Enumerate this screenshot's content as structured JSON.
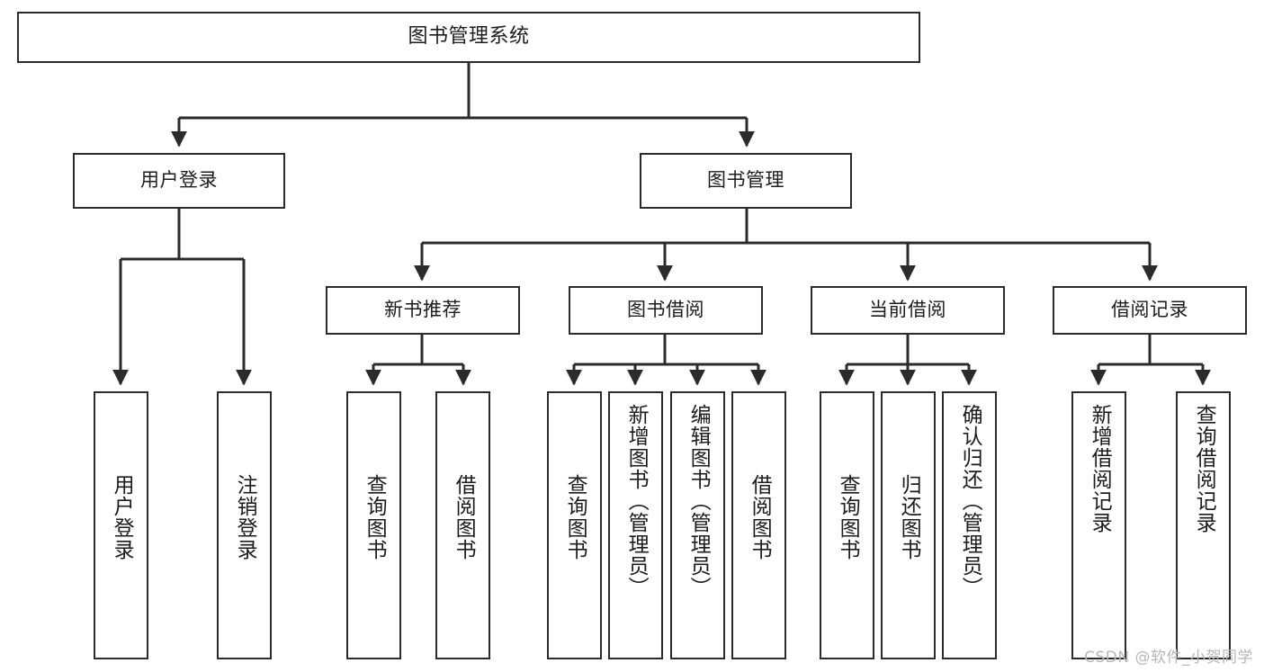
{
  "diagram": {
    "title": "图书管理系统",
    "type": "功能结构图",
    "stroke_color": "#2b2b2b",
    "background_color": "#ffffff",
    "text_color": "#1c1c1c"
  },
  "root": {
    "label": "图书管理系统"
  },
  "level1": [
    {
      "label": "用户登录"
    },
    {
      "label": "图书管理"
    }
  ],
  "level2": [
    {
      "label": "新书推荐"
    },
    {
      "label": "图书借阅"
    },
    {
      "label": "当前借阅"
    },
    {
      "label": "借阅记录"
    }
  ],
  "leaves": {
    "user_login": [
      {
        "label": "用户登录"
      },
      {
        "label": "注销登录"
      }
    ],
    "new_book": [
      {
        "label": "查询图书"
      },
      {
        "label": "借阅图书"
      }
    ],
    "book_borrow": [
      {
        "label": "查询图书"
      },
      {
        "label": "新增图书（管理员）"
      },
      {
        "label": "编辑图书（管理员）"
      },
      {
        "label": "借阅图书"
      }
    ],
    "current_borrow": [
      {
        "label": "查询图书"
      },
      {
        "label": "归还图书"
      },
      {
        "label": "确认归还（管理员）"
      }
    ],
    "borrow_record": [
      {
        "label": "新增借阅记录"
      },
      {
        "label": "查询借阅记录"
      }
    ]
  },
  "watermark": {
    "text": "CSDN @软件_小贺同学"
  }
}
